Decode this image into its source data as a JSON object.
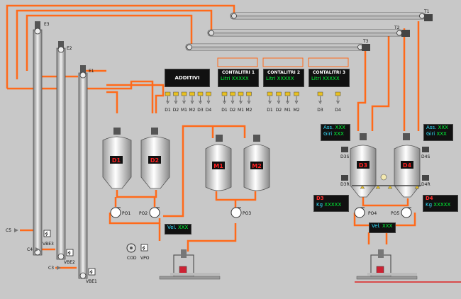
{
  "additivi": "ADDITIVI",
  "contalitri": [
    {
      "title": "CONTALITRI 1",
      "unit": "Litri",
      "value": "XXXXX"
    },
    {
      "title": "CONTALITRI 2",
      "unit": "Litri",
      "value": "XXXXX"
    },
    {
      "title": "CONTALITRI 3",
      "unit": "Litri",
      "value": "XXXXX"
    }
  ],
  "conveyors": {
    "t1": "T1",
    "t2": "T2",
    "t3": "T3"
  },
  "elevators": {
    "e1": "E1",
    "e2": "E2",
    "e3": "E3"
  },
  "vbe": {
    "vbe1": "VBE1",
    "vbe2": "VBE2",
    "vbe3": "VBE3"
  },
  "inlets": {
    "c3": "C3",
    "c4": "C4",
    "c5": "C5"
  },
  "valves_group1": [
    "D1",
    "D2",
    "M1",
    "M2",
    "D3",
    "D4"
  ],
  "valves_group2": [
    "D1",
    "D2",
    "M1",
    "M2"
  ],
  "valves_group3": [
    "D1",
    "D2",
    "M1",
    "M2"
  ],
  "valves_group4": [
    "D3",
    "D4"
  ],
  "tanks": {
    "d1": "D1",
    "d2": "D2",
    "m1": "M1",
    "m2": "M2",
    "d3": "D3",
    "d4": "D4"
  },
  "pumps": {
    "po1": "PO1",
    "po2": "PO2",
    "po3": "PO3",
    "po4": "PO4",
    "po5": "PO5"
  },
  "vel_label": "Vel.",
  "vel_value": "XXX",
  "ass_left": {
    "ass_label": "Ass.",
    "ass_value": "XXX",
    "giri_label": "Giri",
    "giri_value": "XXX"
  },
  "ass_right": {
    "ass_label": "Ass.",
    "ass_value": "XXX",
    "giri_label": "Giri",
    "giri_value": "XXX"
  },
  "weight_d3": {
    "name": "D3",
    "unit": "Kg",
    "value": "XXXXX"
  },
  "weight_d4": {
    "name": "D4",
    "unit": "Kg",
    "value": "XXXXX"
  },
  "motor_labels": {
    "d3s": "D3S",
    "d3r": "D3R",
    "d4s": "D4S",
    "d4r": "D4R"
  },
  "cod": "COD",
  "vpo": "VPO",
  "colors": {
    "pipe": "#ff6a1a",
    "display_green": "#00ff3a",
    "display_cyan": "#33e0ff",
    "tank_label": "#ff2020"
  }
}
